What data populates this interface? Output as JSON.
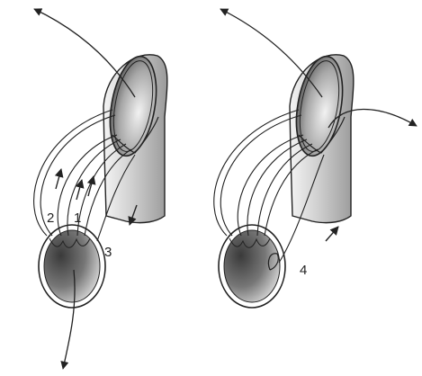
{
  "labels": {
    "one": "1",
    "two": "2",
    "three": "3",
    "four": "4"
  },
  "colors": {
    "ink": "#222222",
    "shade_light": "#e6e6e6",
    "shade_mid": "#bdbdbd",
    "shade_dark": "#555555",
    "background": "#ffffff"
  }
}
